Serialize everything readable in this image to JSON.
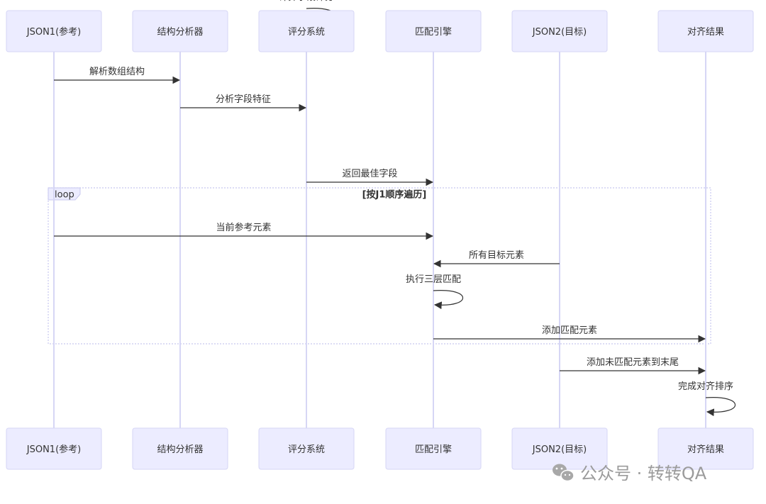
{
  "actors": [
    {
      "label": "JSON1(参考)"
    },
    {
      "label": "结构分析器"
    },
    {
      "label": "评分系统"
    },
    {
      "label": "匹配引擎"
    },
    {
      "label": "JSON2(目标)"
    },
    {
      "label": "对齐结果"
    }
  ],
  "messages": [
    {
      "from": 0,
      "to": 1,
      "text": "解析数组结构"
    },
    {
      "from": 1,
      "to": 2,
      "text": "分析字段特征"
    },
    {
      "from": 2,
      "to": 2,
      "text": "计算字段评分"
    },
    {
      "from": 2,
      "to": 3,
      "text": "返回最佳字段"
    },
    {
      "from": 0,
      "to": 3,
      "text": "当前参考元素"
    },
    {
      "from": 4,
      "to": 3,
      "text": "所有目标元素"
    },
    {
      "from": 3,
      "to": 3,
      "text": "执行三层匹配"
    },
    {
      "from": 3,
      "to": 5,
      "text": "添加匹配元素"
    },
    {
      "from": 4,
      "to": 5,
      "text": "添加未匹配元素到末尾"
    },
    {
      "from": 5,
      "to": 5,
      "text": "完成对齐排序"
    }
  ],
  "loop": {
    "label": "loop",
    "condition": "[按J1顺序遍历]"
  },
  "watermark": {
    "text": "公众号 · 转转QA",
    "icon": "wechat-icon"
  },
  "colors": {
    "actor_fill": "#ECECFF",
    "lifeline": "#d6d6f5",
    "arrow": "#333333"
  }
}
